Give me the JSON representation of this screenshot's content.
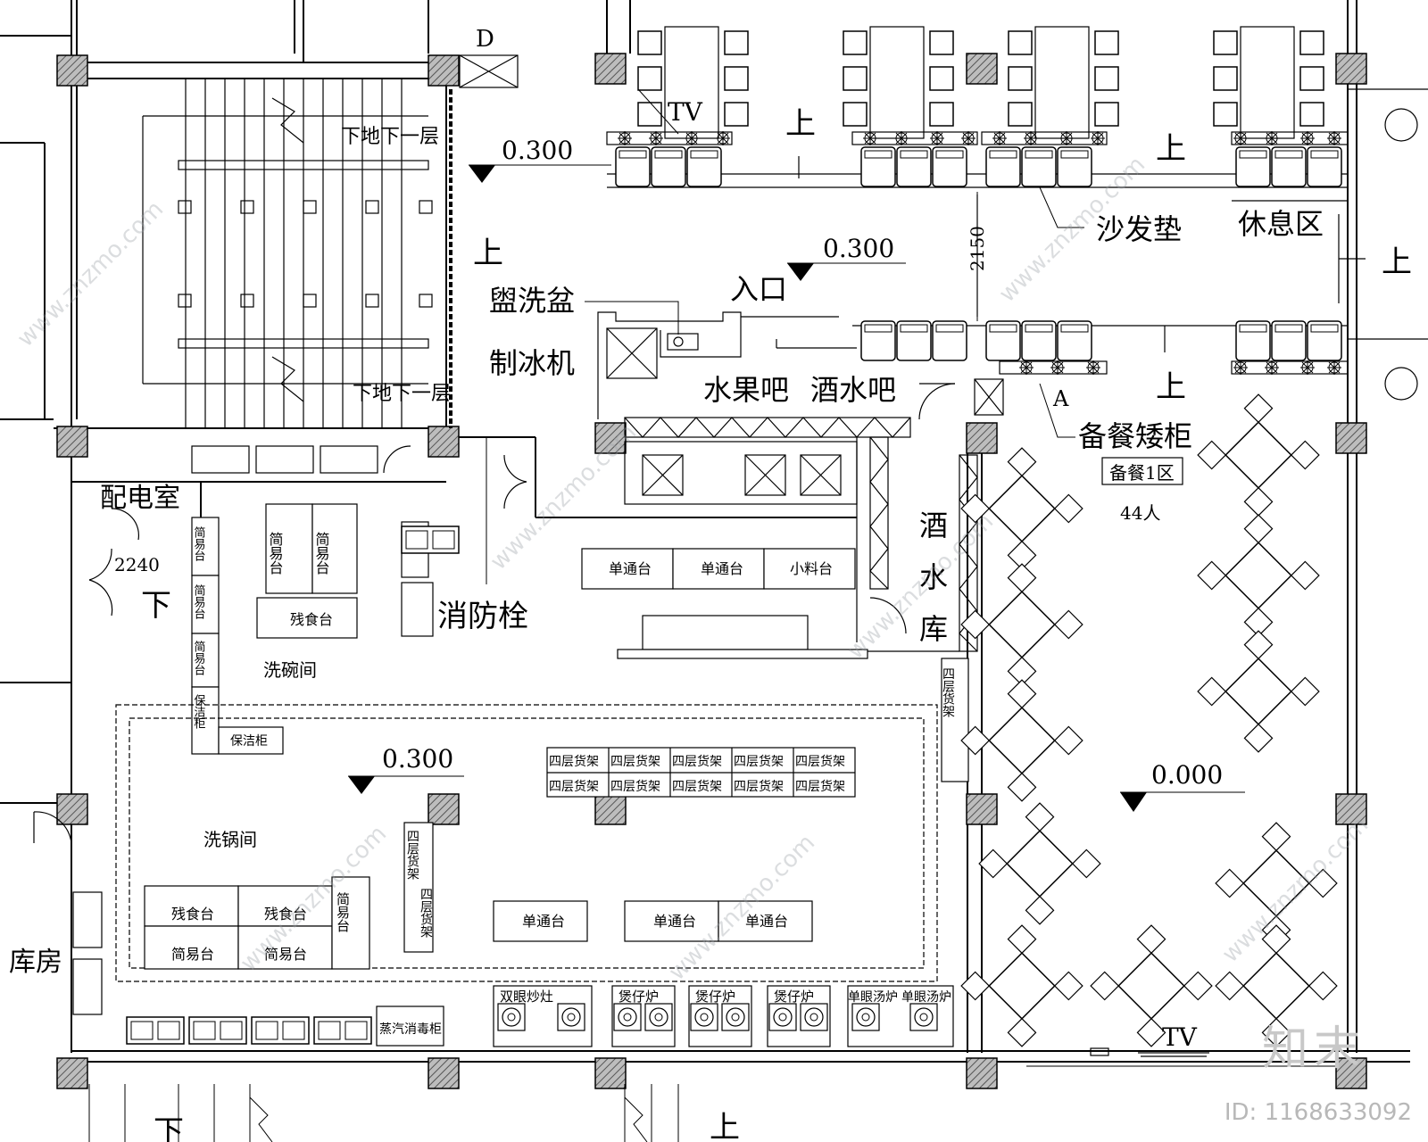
{
  "labels": {
    "stair_down_1": "下地下一层",
    "stair_down_2": "下地下一层",
    "elev_1": "0.300",
    "elev_2": "0.300",
    "elev_3": "0.300",
    "elev_4": "0.000",
    "up_1": "上",
    "up_2": "上",
    "up_3": "上",
    "up_4": "上",
    "up_5": "上",
    "up_6": "上",
    "down_1": "下",
    "down_2": "下",
    "tv_1": "TV",
    "tv_2": "TV",
    "door_d": "D",
    "sofa_cushion": "沙发垫",
    "rest_area": "休息区",
    "dim_2150": "2150",
    "dim_2240": "2240",
    "entrance": "入口",
    "wash_basin": "盥洗盆",
    "ice_maker": "制冰机",
    "fruit_bar": "水果吧",
    "wine_bar": "酒水吧",
    "serving_cabinet": "备餐矮柜",
    "serving_zone": "备餐1区",
    "capacity": "44人",
    "marker_a": "A",
    "power_room": "配电室",
    "fire_hydrant": "消防栓",
    "wine_store_1": "酒",
    "wine_store_2": "水",
    "wine_store_3": "库",
    "dish_room": "洗碗间",
    "pot_room": "洗锅间",
    "partial_room": "库房",
    "single_table": "单通台",
    "small_material_table": "小料台",
    "simple_table": "简易台",
    "leftover_table": "残食台",
    "shelf_4": "四层货架",
    "steam_cabinet": "蒸汽消毒柜",
    "clean_cabinet": "保洁柜",
    "double_wok": "双眼炒灶",
    "stew_stove": "煲仔炉",
    "soup_stove": "单眼汤炉",
    "watermark": "www.znzmo.com",
    "logo": "知末",
    "id_text": "ID: 1168633092"
  }
}
